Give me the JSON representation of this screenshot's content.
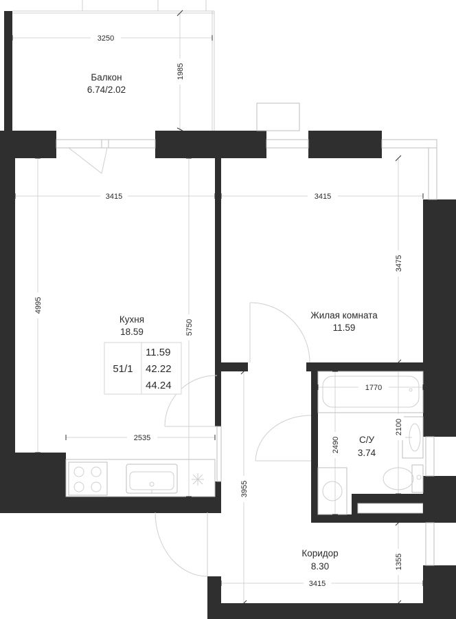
{
  "rooms": {
    "balcony": {
      "name": "Балкон",
      "area": "6.74/2.02"
    },
    "kitchen": {
      "name": "Кухня",
      "area": "18.59"
    },
    "living": {
      "name": "Жилая комната",
      "area": "11.59"
    },
    "bathroom": {
      "name": "С/У",
      "area": "3.74"
    },
    "corridor": {
      "name": "Коридор",
      "area": "8.30"
    }
  },
  "apartment_info": {
    "number": "51/1",
    "living_area": "11.59",
    "total_area": "42.22",
    "total_area_with_balcony": "44.24"
  },
  "dimensions": {
    "balcony_width": "3250",
    "balcony_depth": "1985",
    "kitchen_width": "3415",
    "living_width": "3415",
    "kitchen_depth": "4995",
    "kitchen_full_depth": "5750",
    "living_depth": "3475",
    "kitchen_lower_width": "2535",
    "bath_width": "1770",
    "bath_depth_inner": "2100",
    "bath_depth": "2490",
    "corridor_depth": "3955",
    "corridor_lower": "1355",
    "corridor_width": "3415"
  },
  "colors": {
    "wall": "#2f2f2f",
    "background": "#ffffff",
    "line": "#c9c9c9"
  }
}
